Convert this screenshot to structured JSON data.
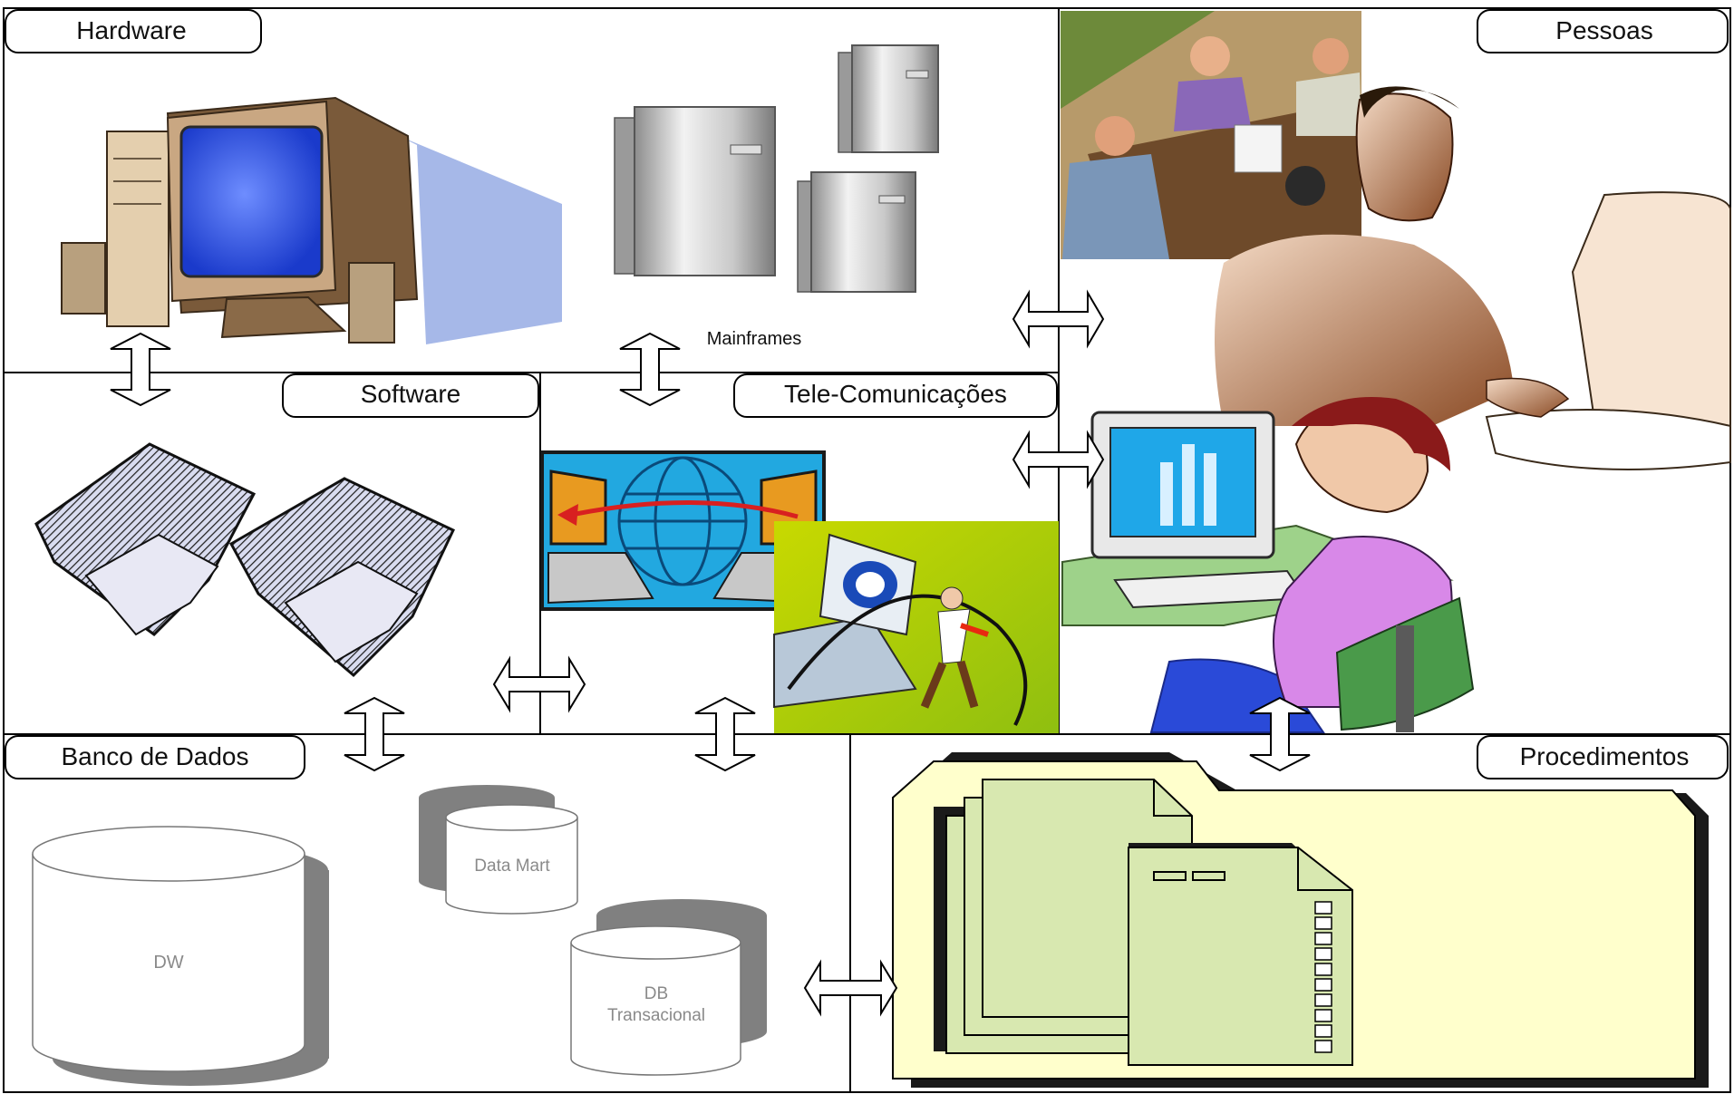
{
  "sections": {
    "hardware": {
      "label": "Hardware"
    },
    "pessoas": {
      "label": "Pessoas"
    },
    "software": {
      "label": "Software"
    },
    "telecom": {
      "label": "Tele-Comunicações"
    },
    "banco": {
      "label": "Banco de Dados"
    },
    "procedimentos": {
      "label": "Procedimentos"
    }
  },
  "captions": {
    "mainframes": "Mainframes"
  },
  "databases": {
    "dw": "DW",
    "datamart": "Data Mart",
    "db_line1": "DB",
    "db_line2": "Transacional"
  },
  "colors": {
    "border": "#000000",
    "arrow_fill": "#ffffff",
    "db_shadow": "#808080",
    "folder": "#ffffcc",
    "document": "#d8e8b0"
  }
}
